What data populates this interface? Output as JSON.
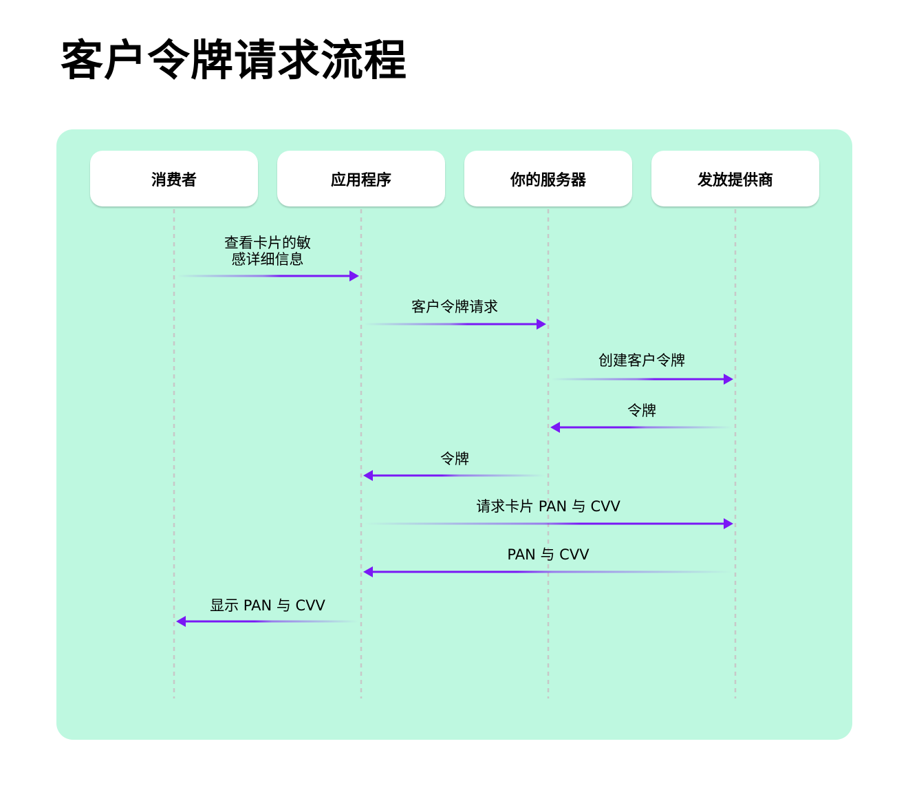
{
  "title": "客户令牌请求流程",
  "colors": {
    "panel": "#bef8e0",
    "arrow": "#7a18f5",
    "lifeline": "#c8c8c8",
    "actor_box": "#ffffff"
  },
  "actors": [
    {
      "id": "consumer",
      "label": "消费者"
    },
    {
      "id": "app",
      "label": "应用程序"
    },
    {
      "id": "server",
      "label": "你的服务器"
    },
    {
      "id": "issuer",
      "label": "发放提供商"
    }
  ],
  "messages": [
    {
      "from": 0,
      "to": 1,
      "label": "查看卡片的敏\n感详细信息",
      "label_lines": [
        "查看卡片的敏",
        "感详细信息"
      ]
    },
    {
      "from": 1,
      "to": 2,
      "label": "客户令牌请求",
      "label_lines": [
        "客户令牌请求"
      ]
    },
    {
      "from": 2,
      "to": 3,
      "label": "创建客户令牌",
      "label_lines": [
        "创建客户令牌"
      ]
    },
    {
      "from": 3,
      "to": 2,
      "label": "令牌",
      "label_lines": [
        "令牌"
      ]
    },
    {
      "from": 2,
      "to": 1,
      "label": "令牌",
      "label_lines": [
        "令牌"
      ]
    },
    {
      "from": 1,
      "to": 3,
      "label": "请求卡片 PAN 与 CVV",
      "label_lines": [
        "请求卡片 PAN 与 CVV"
      ]
    },
    {
      "from": 3,
      "to": 1,
      "label": "PAN 与 CVV",
      "label_lines": [
        "PAN 与 CVV"
      ]
    },
    {
      "from": 1,
      "to": 0,
      "label": "显示 PAN 与 CVV",
      "label_lines": [
        "显示 PAN 与 CVV"
      ]
    }
  ]
}
